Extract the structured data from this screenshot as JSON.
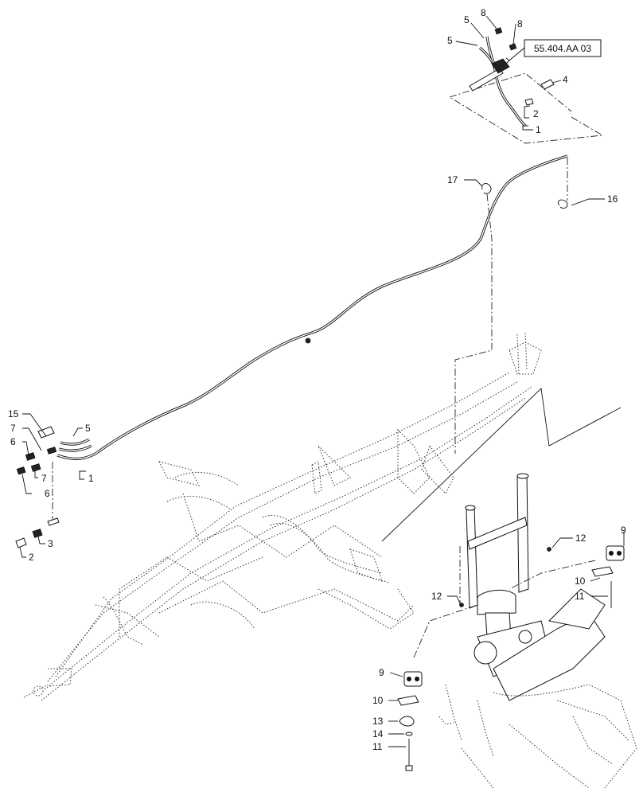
{
  "callouts": [
    {
      "id": "c8a",
      "text": "8"
    },
    {
      "id": "c8b",
      "text": "8"
    },
    {
      "id": "c5a",
      "text": "5"
    },
    {
      "id": "c5b",
      "text": "5"
    },
    {
      "id": "c4",
      "text": "4"
    },
    {
      "id": "c2a",
      "text": "2"
    },
    {
      "id": "c1a",
      "text": "1"
    },
    {
      "id": "c17",
      "text": "17"
    },
    {
      "id": "c16",
      "text": "16"
    },
    {
      "id": "c15",
      "text": "15"
    },
    {
      "id": "c7a",
      "text": "7"
    },
    {
      "id": "c6a",
      "text": "6"
    },
    {
      "id": "c5c",
      "text": "5"
    },
    {
      "id": "c1b",
      "text": "1"
    },
    {
      "id": "c7b",
      "text": "7"
    },
    {
      "id": "c6b",
      "text": "6"
    },
    {
      "id": "c3",
      "text": "3"
    },
    {
      "id": "c2b",
      "text": "2"
    },
    {
      "id": "c12a",
      "text": "12"
    },
    {
      "id": "c9a",
      "text": "9"
    },
    {
      "id": "c10a",
      "text": "10"
    },
    {
      "id": "c11a",
      "text": "11"
    },
    {
      "id": "c12b",
      "text": "12"
    },
    {
      "id": "c9b",
      "text": "9"
    },
    {
      "id": "c10b",
      "text": "10"
    },
    {
      "id": "c13",
      "text": "13"
    },
    {
      "id": "c14",
      "text": "14"
    },
    {
      "id": "c11b",
      "text": "11"
    }
  ],
  "reference_box": {
    "text": "55.404.AA 03"
  }
}
